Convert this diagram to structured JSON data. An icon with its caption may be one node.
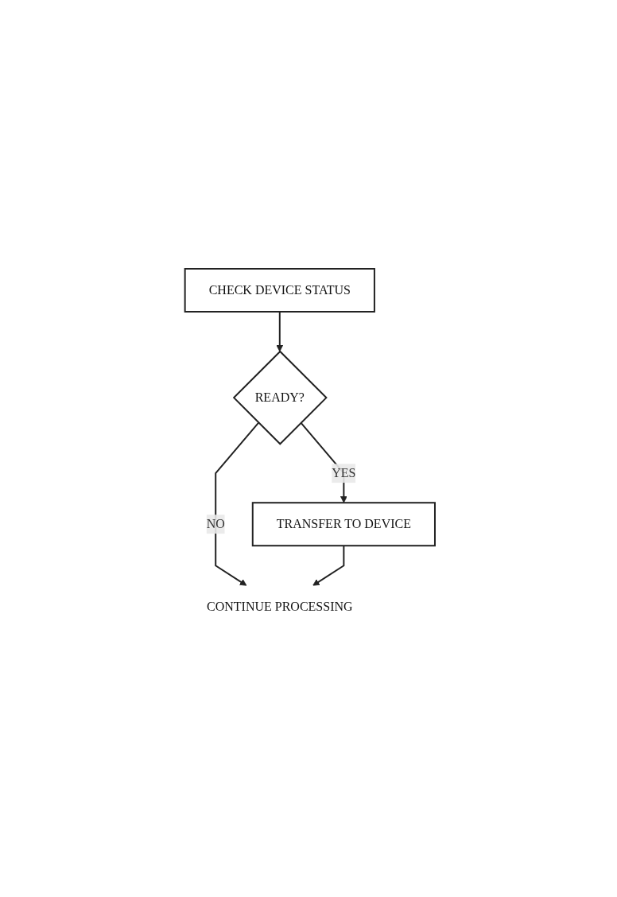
{
  "diagram": {
    "nodes": [
      {
        "text": [
          "CHECK DEVICE STATUS"
        ]
      },
      {
        "text": [
          "READY?"
        ]
      },
      {
        "text": [
          "TRANSFER TO DEVICE"
        ]
      },
      {
        "text": [
          "CONTINUE PROCESSING"
        ]
      }
    ],
    "edges": [
      {
        "from": 0,
        "to": 1,
        "arrow": "to"
      },
      {
        "from": 1,
        "to": 2,
        "label": "YES",
        "arrow": "to"
      },
      {
        "from": 1,
        "to": 3,
        "label": "NO",
        "arrow": "to"
      },
      {
        "from": 2,
        "to": 3,
        "arrow": "to"
      }
    ]
  }
}
